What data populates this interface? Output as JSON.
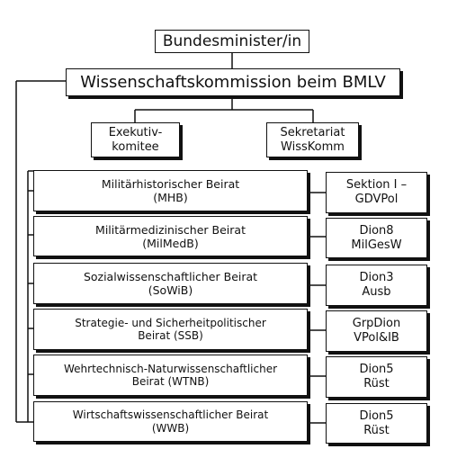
{
  "top": {
    "line1": "Bundesminister/in"
  },
  "commission": {
    "line1": "Wissenschaftskommission beim BMLV"
  },
  "executive": {
    "line1": "Exekutiv-",
    "line2": "komitee"
  },
  "secretariat": {
    "line1": "Sekretariat",
    "line2": "WissKomm"
  },
  "boards": [
    {
      "line1": "Militärhistorischer Beirat",
      "line2": "(MHB)"
    },
    {
      "line1": "Militärmedizinischer Beirat",
      "line2": "(MilMedB)"
    },
    {
      "line1": "Sozialwissenschaftlicher Beirat",
      "line2": "(SoWiB)"
    },
    {
      "line1": "Strategie- und Sicherheitpolitischer",
      "line2": "Beirat (SSB)"
    },
    {
      "line1": "Wehrtechnisch-Naturwissenschaftlicher",
      "line2": "Beirat (WTNB)"
    },
    {
      "line1": "Wirtschaftswissenschaftlicher Beirat",
      "line2": "(WWB)"
    }
  ],
  "units": [
    {
      "line1": "Sektion I –",
      "line2": "GDVPol"
    },
    {
      "line1": "Dion8",
      "line2": "MilGesW"
    },
    {
      "line1": "Dion3",
      "line2": "Ausb"
    },
    {
      "line1": "GrpDion",
      "line2": "VPol&IB"
    },
    {
      "line1": "Dion5",
      "line2": "Rüst"
    },
    {
      "line1": "Dion5",
      "line2": "Rüst"
    }
  ]
}
